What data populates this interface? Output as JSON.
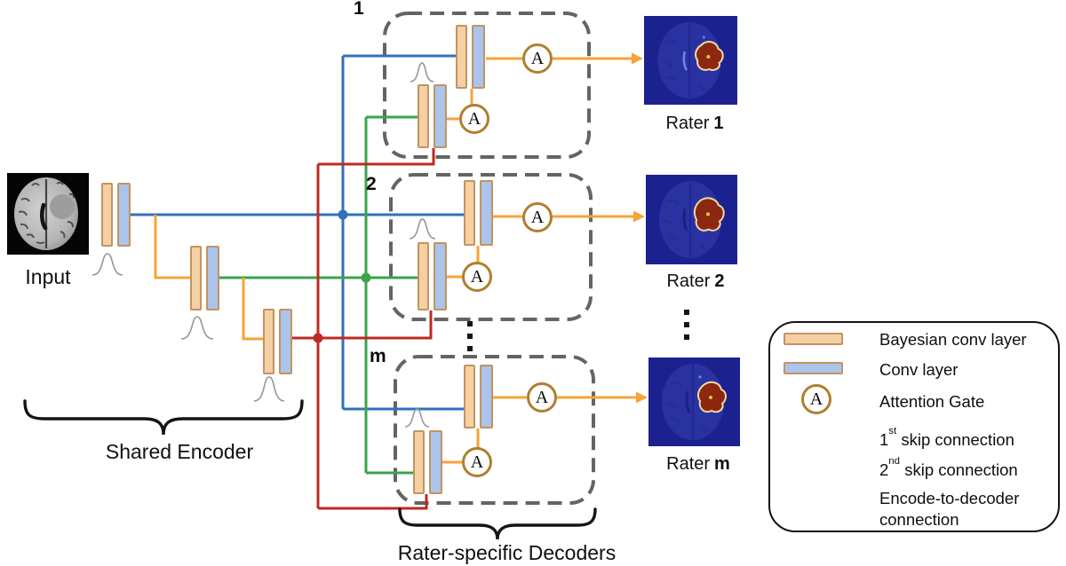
{
  "colors": {
    "skip1": "#3170bd",
    "skip2": "#3ba449",
    "enc2dec": "#bd2b21",
    "flow": "#f7a338",
    "bayes_fill": "#f4d0a4",
    "conv_fill": "#aac4ec",
    "layer_border": "#c3945f",
    "gate_ring": "#b07f2e",
    "box_dash": "#646464"
  },
  "input": {
    "label": "Input"
  },
  "shared_encoder": {
    "label": "Shared Encoder"
  },
  "rater_decoders": {
    "label": "Rater-specific Decoders"
  },
  "gate_letter": "A",
  "decoders": [
    {
      "id": "1",
      "rater_word": "Rater",
      "rater_id": "1"
    },
    {
      "id": "2",
      "rater_word": "Rater",
      "rater_id": "2"
    },
    {
      "id": "m",
      "rater_word": "Rater",
      "rater_id": "m"
    }
  ],
  "legend": {
    "bayesian": "Bayesian conv layer",
    "conv": "Conv layer",
    "attention": "Attention Gate",
    "skip1_num": "1",
    "skip1_sup": "st",
    "skip1_rest": " skip connection",
    "skip2_num": "2",
    "skip2_sup": "nd",
    "skip2_rest": " skip connection",
    "enc2dec_line1": "Encode-to-decoder",
    "enc2dec_line2": "connection"
  }
}
